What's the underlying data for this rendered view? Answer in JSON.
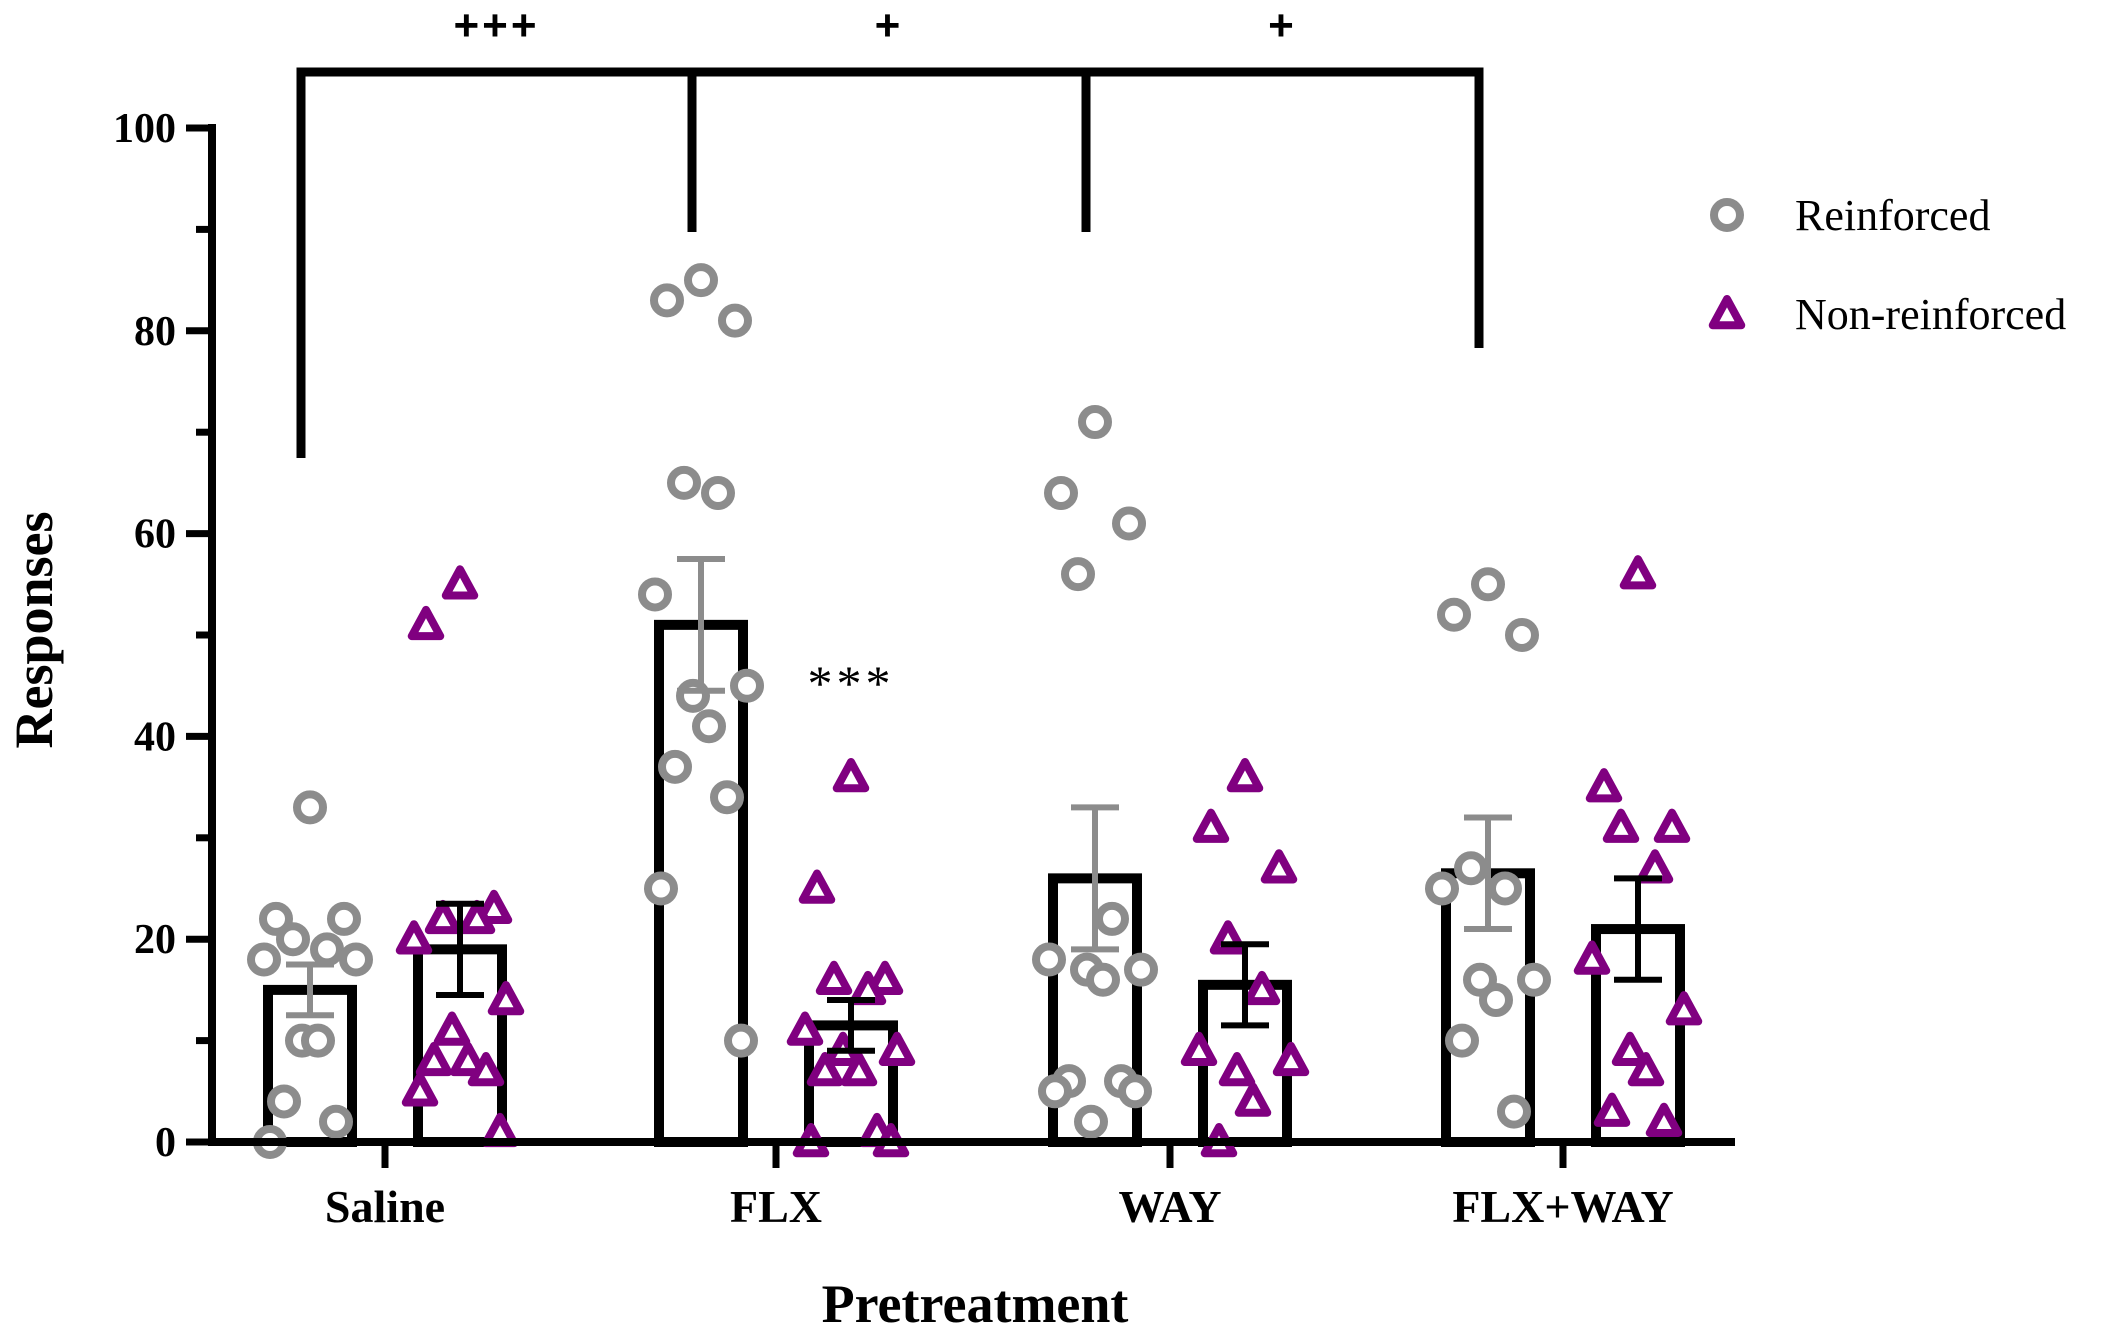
{
  "chart_data": {
    "type": "bar",
    "xlabel": "Pretreatment",
    "ylabel": "Responses",
    "ylim": [
      0,
      100
    ],
    "yticks": [
      0,
      20,
      40,
      60,
      80,
      100
    ],
    "categories": [
      "Saline",
      "FLX",
      "WAY",
      "FLX+WAY"
    ],
    "legend_position": "top-right",
    "series": [
      {
        "name": "Reinforced",
        "marker": "circle",
        "color": "#8c8c8c",
        "means": [
          15,
          51,
          26,
          26.5
        ],
        "sem": [
          2.5,
          6.5,
          7,
          5.5
        ],
        "points": [
          [
            33,
            22,
            22,
            20,
            19,
            18,
            18,
            10,
            10,
            4,
            2,
            0
          ],
          [
            85,
            83,
            81,
            65,
            64,
            54,
            45,
            44,
            41,
            37,
            34,
            25,
            10
          ],
          [
            71,
            64,
            61,
            56,
            22,
            18,
            17,
            17,
            16,
            6,
            6,
            5,
            5,
            2
          ],
          [
            55,
            52,
            50,
            27,
            25,
            25,
            16,
            16,
            14,
            10,
            3
          ]
        ]
      },
      {
        "name": "Non-reinforced",
        "marker": "triangle",
        "color": "#800080",
        "means": [
          19,
          11.5,
          15.5,
          21
        ],
        "sem": [
          4.5,
          2.5,
          4,
          5
        ],
        "points": [
          [
            55,
            51,
            23,
            22,
            22,
            20,
            14,
            11,
            8,
            8,
            7,
            5,
            1
          ],
          [
            36,
            25,
            16,
            16,
            15,
            11,
            9,
            9,
            7,
            7,
            1,
            0,
            0
          ],
          [
            36,
            31,
            27,
            20,
            15,
            9,
            8,
            7,
            4,
            0
          ],
          [
            56,
            35,
            31,
            31,
            27,
            18,
            13,
            9,
            7,
            3,
            2
          ]
        ]
      }
    ],
    "annotations": {
      "within_group": [
        {
          "category": "FLX",
          "text": "***"
        }
      ],
      "brackets": [
        {
          "from": "Saline",
          "to": "FLX",
          "text": "+++"
        },
        {
          "from": "FLX",
          "to": "WAY",
          "text": "+"
        },
        {
          "from": "WAY",
          "to": "FLX+WAY",
          "text": "+"
        }
      ]
    }
  }
}
